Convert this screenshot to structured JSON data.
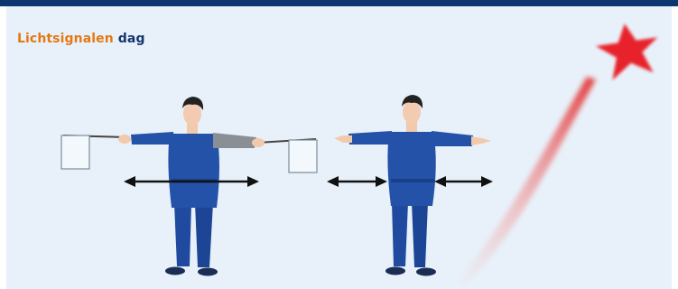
{
  "title": {
    "part1": "Lichtsignalen",
    "part2": "dag"
  },
  "colors": {
    "top_bar": "#0d3570",
    "panel_bg": "#e8f1fa",
    "title_accent": "#e37912",
    "title_main": "#13356e",
    "uniform": "#1f4aa0",
    "star": "#e8202a"
  },
  "figures": [
    {
      "name": "figure-with-flags",
      "holds": "white flags",
      "arrow": "double-headed"
    },
    {
      "name": "figure-pointing",
      "holds": "nothing",
      "arrows": [
        "double-headed",
        "double-headed"
      ]
    }
  ],
  "icons": [
    "flag-icon",
    "double-arrow-icon",
    "signal-flare-star-icon"
  ]
}
